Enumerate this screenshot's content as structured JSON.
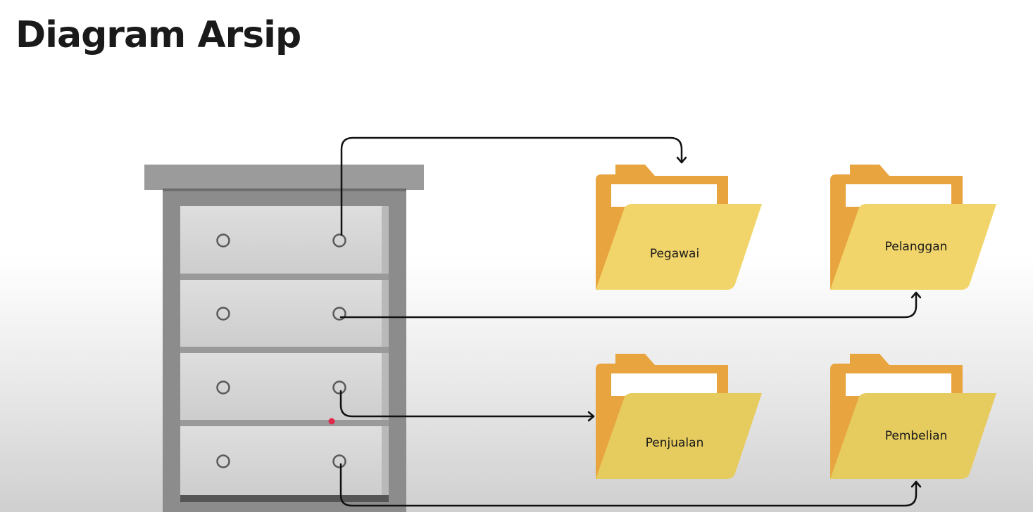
{
  "title": "Diagram Arsip",
  "folders": [
    {
      "label": "Pegawai"
    },
    {
      "label": "Pelanggan"
    },
    {
      "label": "Penjualan"
    },
    {
      "label": "Pembelian"
    }
  ],
  "colors": {
    "folder_back": "#e8a53f",
    "folder_front": "#f2d56a",
    "folder_paper": "#ffffff",
    "cabinet_frame": "#8a8a8a",
    "drawer": "#d3d3d3",
    "arrow": "#111111",
    "cursor_dot": "#e0284b"
  }
}
